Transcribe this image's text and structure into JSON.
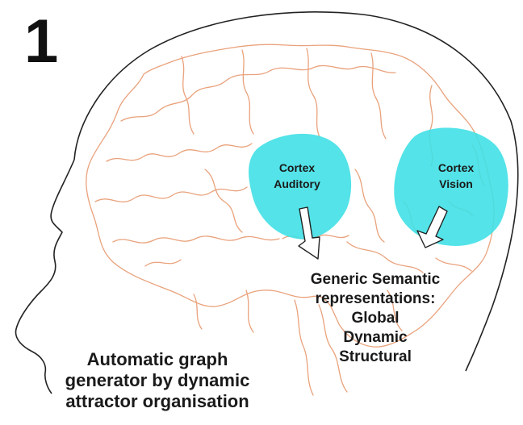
{
  "panel_number": "1",
  "colors": {
    "brain_outline": "#e9a27c",
    "cortex_fill": "#40e0e6",
    "head_outline": "#222222",
    "text": "#1a1a1a"
  },
  "cortex_auditory": {
    "line1": "Cortex",
    "line2": "Auditory"
  },
  "cortex_vision": {
    "line1": "Cortex",
    "line2": "Vision"
  },
  "semantic": {
    "line1": "Generic Semantic",
    "line2": "representations:",
    "line3": "Global",
    "line4": "Dynamic",
    "line5": "Structural"
  },
  "automatic": {
    "line1": "Automatic graph",
    "line2": "generator by dynamic",
    "line3": "attractor organisation"
  }
}
